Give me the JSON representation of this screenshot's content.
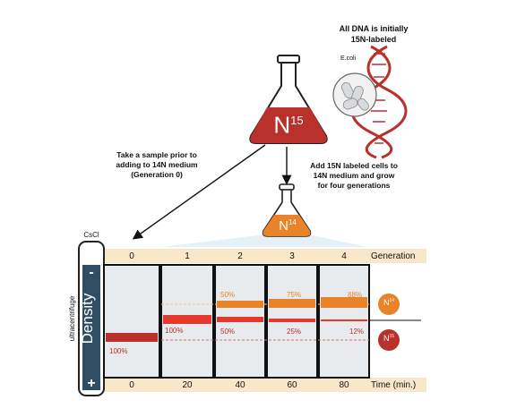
{
  "note_top": {
    "line1": "All DNA is initially",
    "line2": "15N-labeled",
    "ecoli": "E.coli"
  },
  "flask_n15": {
    "label": "N",
    "sup": "15"
  },
  "flask_n14": {
    "label": "N",
    "sup": "14"
  },
  "step0": {
    "line1": "Take a sample prior to",
    "line2": "adding to 14N medium",
    "line3": "(Generation 0)"
  },
  "step1": {
    "line1": "Add 15N labeled cells to",
    "line2": "14N medium and grow",
    "line3": "for four generations"
  },
  "tube": {
    "csl": "CsCl",
    "ultracentrifuge": "ultracentrifuge",
    "density": "Density",
    "minus": "-",
    "plus": "+"
  },
  "generation_label": "Generation",
  "time_label": "Time (min.)",
  "generations": [
    "0",
    "1",
    "2",
    "3",
    "4"
  ],
  "times": [
    "0",
    "20",
    "40",
    "60",
    "80"
  ],
  "bands": {
    "gen0": {
      "n15": "100%"
    },
    "gen1": {
      "n15": "100%"
    },
    "gen2": {
      "n14": "50%",
      "n15": "50%"
    },
    "gen3": {
      "n14": "75%",
      "n15": "25%"
    },
    "gen4": {
      "n14": "88%",
      "n15": "12%"
    }
  },
  "legend": {
    "n14": "N",
    "n14_sup": "14",
    "n15": "N",
    "n15_sup": "15"
  },
  "colors": {
    "n15": "#b8312a",
    "n14": "#e8832a",
    "band_light": "#f3c27a",
    "header_bg": "#f9e7c9",
    "panel_bg": "#e8ebee"
  }
}
